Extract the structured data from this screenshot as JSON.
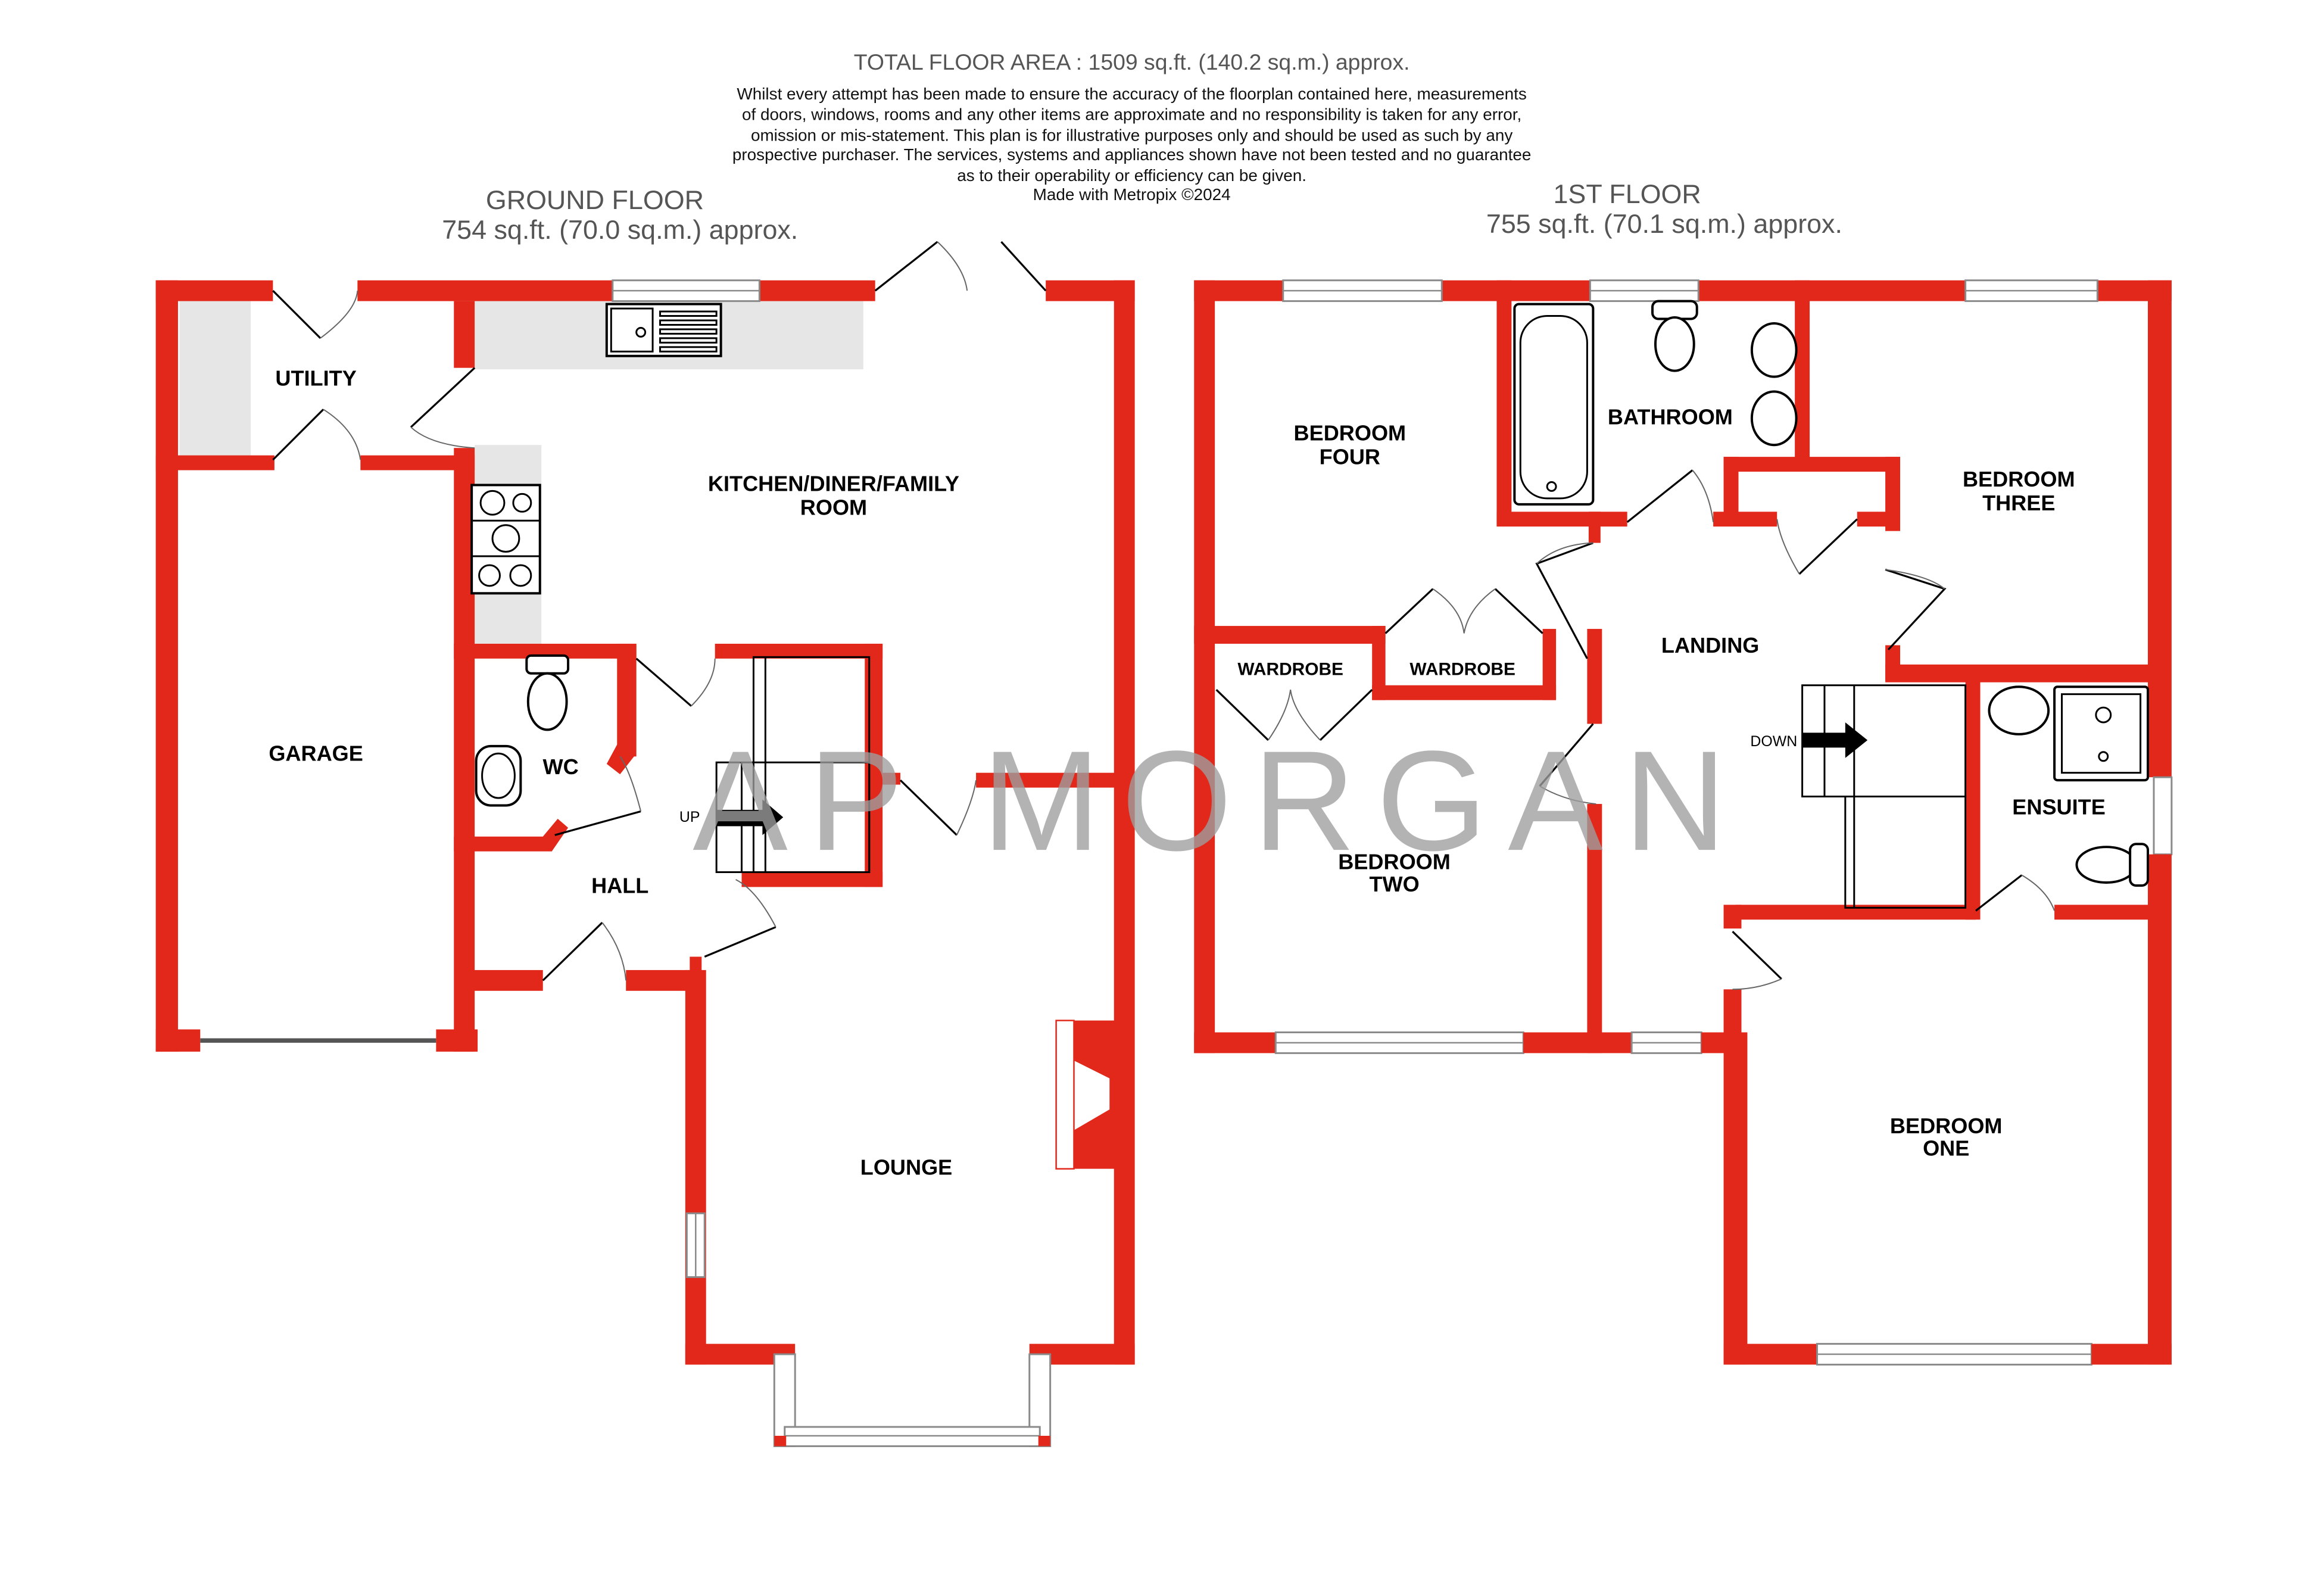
{
  "header": {
    "total_area": "TOTAL FLOOR AREA : 1509 sq.ft. (140.2 sq.m.) approx.",
    "disclaimer_lines": [
      "Whilst every attempt has been made to ensure the accuracy of the floorplan contained here, measurements",
      "of doors, windows, rooms and any other items are approximate and no responsibility is taken for any error,",
      "omission or mis-statement. This plan is for illustrative purposes only and should be used as such by any",
      "prospective purchaser. The services, systems and appliances shown have not been tested and no guarantee",
      "as to their operability or efficiency can be given.",
      "Made with Metropix ©2024"
    ]
  },
  "floors": {
    "ground": {
      "title": "GROUND FLOOR",
      "area": "754 sq.ft. (70.0 sq.m.) approx.",
      "rooms": {
        "utility": "UTILITY",
        "kitchen_l1": "KITCHEN/DINER/FAMILY",
        "kitchen_l2": "ROOM",
        "garage": "GARAGE",
        "wc": "WC",
        "hall": "HALL",
        "lounge": "LOUNGE"
      },
      "stairs_label": "UP"
    },
    "first": {
      "title": "1ST FLOOR",
      "area": "755 sq.ft. (70.1 sq.m.) approx.",
      "rooms": {
        "bed4_l1": "BEDROOM",
        "bed4_l2": "FOUR",
        "bathroom": "BATHROOM",
        "bed3_l1": "BEDROOM",
        "bed3_l2": "THREE",
        "wardrobe1": "WARDROBE",
        "wardrobe2": "WARDROBE",
        "landing": "LANDING",
        "bed2_l1": "BEDROOM",
        "bed2_l2": "TWO",
        "ensuite": "ENSUITE",
        "bed1_l1": "BEDROOM",
        "bed1_l2": "ONE"
      },
      "stairs_label": "DOWN"
    }
  },
  "watermark": "AP MORGAN",
  "colors": {
    "wall": "#e2281b",
    "counter": "#e6e6e6",
    "heading": "#555555",
    "watermark": "#9e9e9e"
  }
}
